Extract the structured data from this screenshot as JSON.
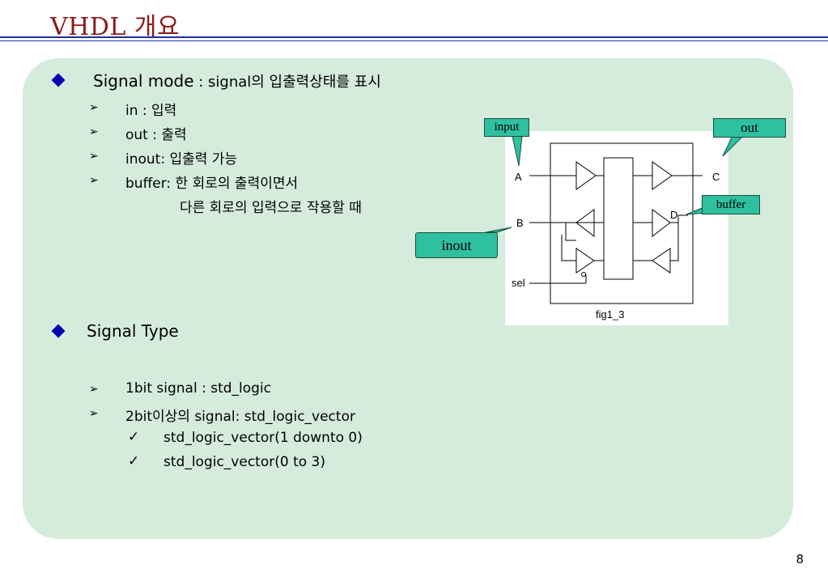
{
  "title": "VHDL 개요",
  "page_number": "8",
  "section1": {
    "heading_bold": "Signal mode",
    "heading_rest": " : signal의 입출력상태를 표시",
    "items": [
      "in : 입력",
      "out : 출력",
      "inout: 입출력 가능",
      "buffer: 한 회로의 출력이면서"
    ],
    "continuation": "다른 회로의 입력으로 작용할 때"
  },
  "section2": {
    "heading": "Signal Type",
    "items": [
      "1bit signal : std_logic",
      "2bit이상의 signal: std_logic_vector"
    ],
    "subitems": [
      "std_logic_vector(1 downto 0)",
      "std_logic_vector(0 to 3)"
    ]
  },
  "figure": {
    "caption": "fig1_3",
    "labels": {
      "a": "A",
      "b": "B",
      "c": "C",
      "d": "D",
      "sel": "sel"
    },
    "callouts": {
      "input": "input",
      "out": "out",
      "buffer": "buffer",
      "inout": "inout"
    }
  },
  "colors": {
    "title": "#8b1a1a",
    "rule": "#1f2fa0",
    "panel": "#d5ecdc",
    "bullet": "#0000b3",
    "callout": "#2ec0a0"
  }
}
